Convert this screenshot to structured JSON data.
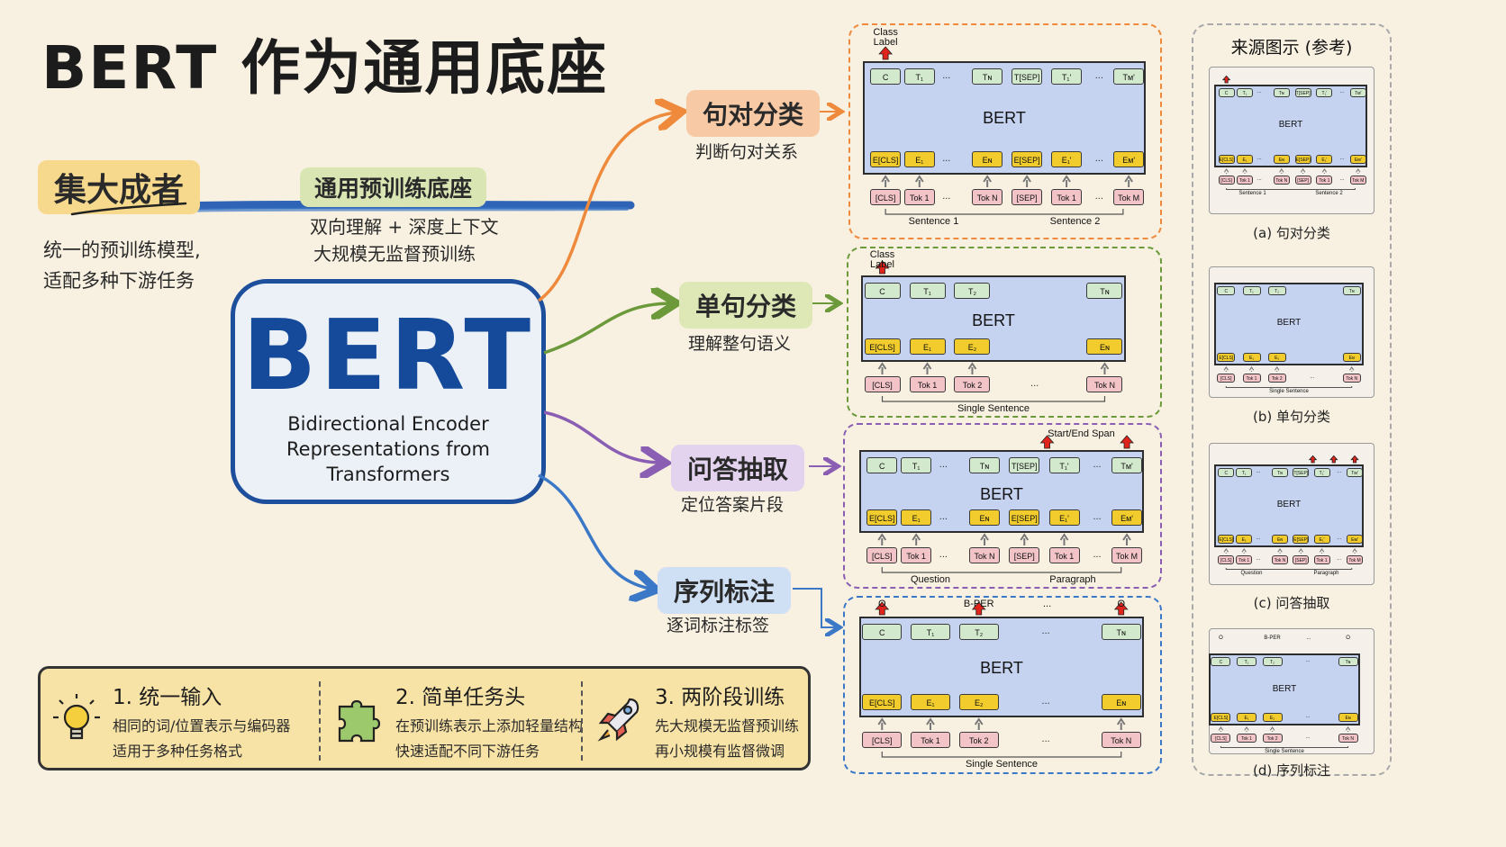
{
  "title": "BERT 作为通用底座",
  "left": {
    "tag": "集大成者",
    "desc_lines": [
      "统一的预训练模型,",
      "适配多种下游任务"
    ]
  },
  "center": {
    "tag": "通用预训练底座",
    "desc_lines": [
      "双向理解 + 深度上下文",
      "大规模无监督预训练"
    ],
    "bert_title": "BERT",
    "bert_sub": [
      "Bidirectional Encoder",
      "Representations from",
      "Transformers"
    ]
  },
  "tasks": [
    {
      "title": "句对分类",
      "desc": "判断句对关系",
      "color": "#ef8a3c"
    },
    {
      "title": "单句分类",
      "desc": "理解整句语义",
      "color": "#6c9a3b"
    },
    {
      "title": "问答抽取",
      "desc": "定位答案片段",
      "color": "#8a5fb3"
    },
    {
      "title": "序列标注",
      "desc": "逐词标注标签",
      "color": "#3c78c8"
    }
  ],
  "features": [
    {
      "title": "1. 统一输入",
      "lines": [
        "相同的词/位置表示与编码器",
        "适用于多种任务格式"
      ],
      "icon": "lightbulb-icon"
    },
    {
      "title": "2. 简单任务头",
      "lines": [
        "在预训练表示上添加轻量结构",
        "快速适配不同下游任务"
      ],
      "icon": "puzzle-icon"
    },
    {
      "title": "3. 两阶段训练",
      "lines": [
        "先大规模无监督预训练",
        "再小规模有监督微调"
      ],
      "icon": "rocket-icon"
    }
  ],
  "diagrams": {
    "bert_label": "BERT",
    "a": {
      "top_label": "Class\nLabel",
      "t_row": [
        "C",
        "T₁",
        "...",
        "Tɴ",
        "T[SEP]",
        "T₁'",
        "...",
        "Tᴍ'"
      ],
      "e_row": [
        "E[CLS]",
        "E₁",
        "...",
        "Eɴ",
        "E[SEP]",
        "E₁'",
        "...",
        "Eᴍ'"
      ],
      "k_row": [
        "[CLS]",
        "Tok 1",
        "...",
        "Tok N",
        "[SEP]",
        "Tok 1",
        "...",
        "Tok M"
      ],
      "seg": [
        "Sentence 1",
        "Sentence 2"
      ]
    },
    "b": {
      "top_label": "Class\nLabel",
      "t_row": [
        "C",
        "T₁",
        "T₂",
        "Tɴ"
      ],
      "e_row": [
        "E[CLS]",
        "E₁",
        "E₂",
        "Eɴ"
      ],
      "k_row": [
        "[CLS]",
        "Tok 1",
        "Tok 2",
        "...",
        "Tok N"
      ],
      "seg": [
        "Single Sentence"
      ]
    },
    "c": {
      "top_label": "Start/End Span",
      "t_row": [
        "C",
        "T₁",
        "...",
        "Tɴ",
        "T[SEP]",
        "T₁'",
        "...",
        "Tᴍ'"
      ],
      "e_row": [
        "E[CLS]",
        "E₁",
        "...",
        "Eɴ",
        "E[SEP]",
        "E₁'",
        "...",
        "Eᴍ'"
      ],
      "k_row": [
        "[CLS]",
        "Tok 1",
        "...",
        "Tok N",
        "[SEP]",
        "Tok 1",
        "...",
        "Tok M"
      ],
      "seg": [
        "Question",
        "Paragraph"
      ]
    },
    "d": {
      "top_label": "B-PER",
      "t_row": [
        "C",
        "T₁",
        "T₂",
        "...",
        "Tɴ"
      ],
      "e_row": [
        "E[CLS]",
        "E₁",
        "E₂",
        "...",
        "Eɴ"
      ],
      "k_row": [
        "[CLS]",
        "Tok 1",
        "Tok 2",
        "...",
        "Tok N"
      ],
      "seg": [
        "Single Sentence"
      ],
      "tags": [
        "O",
        "B-PER",
        "...",
        "O"
      ]
    }
  },
  "reference": {
    "header": "来源图示 (参考)",
    "captions": [
      "(a) 句对分类",
      "(b) 单句分类",
      "(c) 问答抽取",
      "(d) 序列标注"
    ]
  },
  "colors": {
    "bert_blue": "#1e4f9c",
    "orange": "#ef8a3c",
    "green": "#6c9a3b",
    "purple": "#8a5fb3",
    "blue": "#3c78c8",
    "token_green": "#d3e9cd",
    "embed_yellow": "#f1cc2c",
    "tok_pink": "#f2c4c8"
  }
}
